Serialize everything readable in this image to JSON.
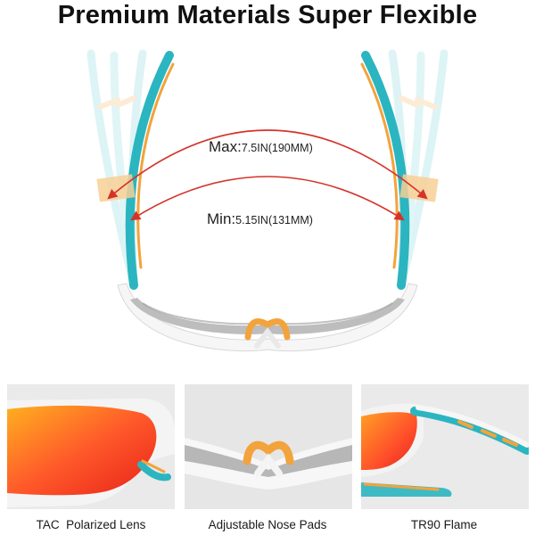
{
  "headline": "Premium Materials Super Flexible",
  "measurements": {
    "max_prefix": "Max:",
    "max_value": "7.5IN(190MM)",
    "min_prefix": "Min:",
    "min_value": "5.15IN(131MM)"
  },
  "features": [
    {
      "caption": "TAC  Polarized Lens"
    },
    {
      "caption": "Adjustable Nose Pads"
    },
    {
      "caption": "TR90 Flame"
    }
  ],
  "colors": {
    "teal": "#2bb5c0",
    "orange": "#f3a33c",
    "arrow_red": "#d4332a",
    "frame_white": "#f6f6f6",
    "lens_gray": "#c6c6c6"
  }
}
